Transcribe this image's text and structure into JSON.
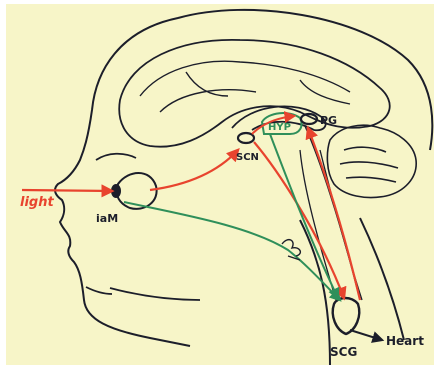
{
  "labels": {
    "light": "light",
    "iam": "iaM",
    "scn": "SCN",
    "hyp": "HYP",
    "pg": "PG",
    "scg": "SCG",
    "heart": "Heart"
  },
  "colors": {
    "paper": "#f7f5c8",
    "ink": "#1c1e2a",
    "red": "#e8442e",
    "green": "#2f8f5a"
  }
}
